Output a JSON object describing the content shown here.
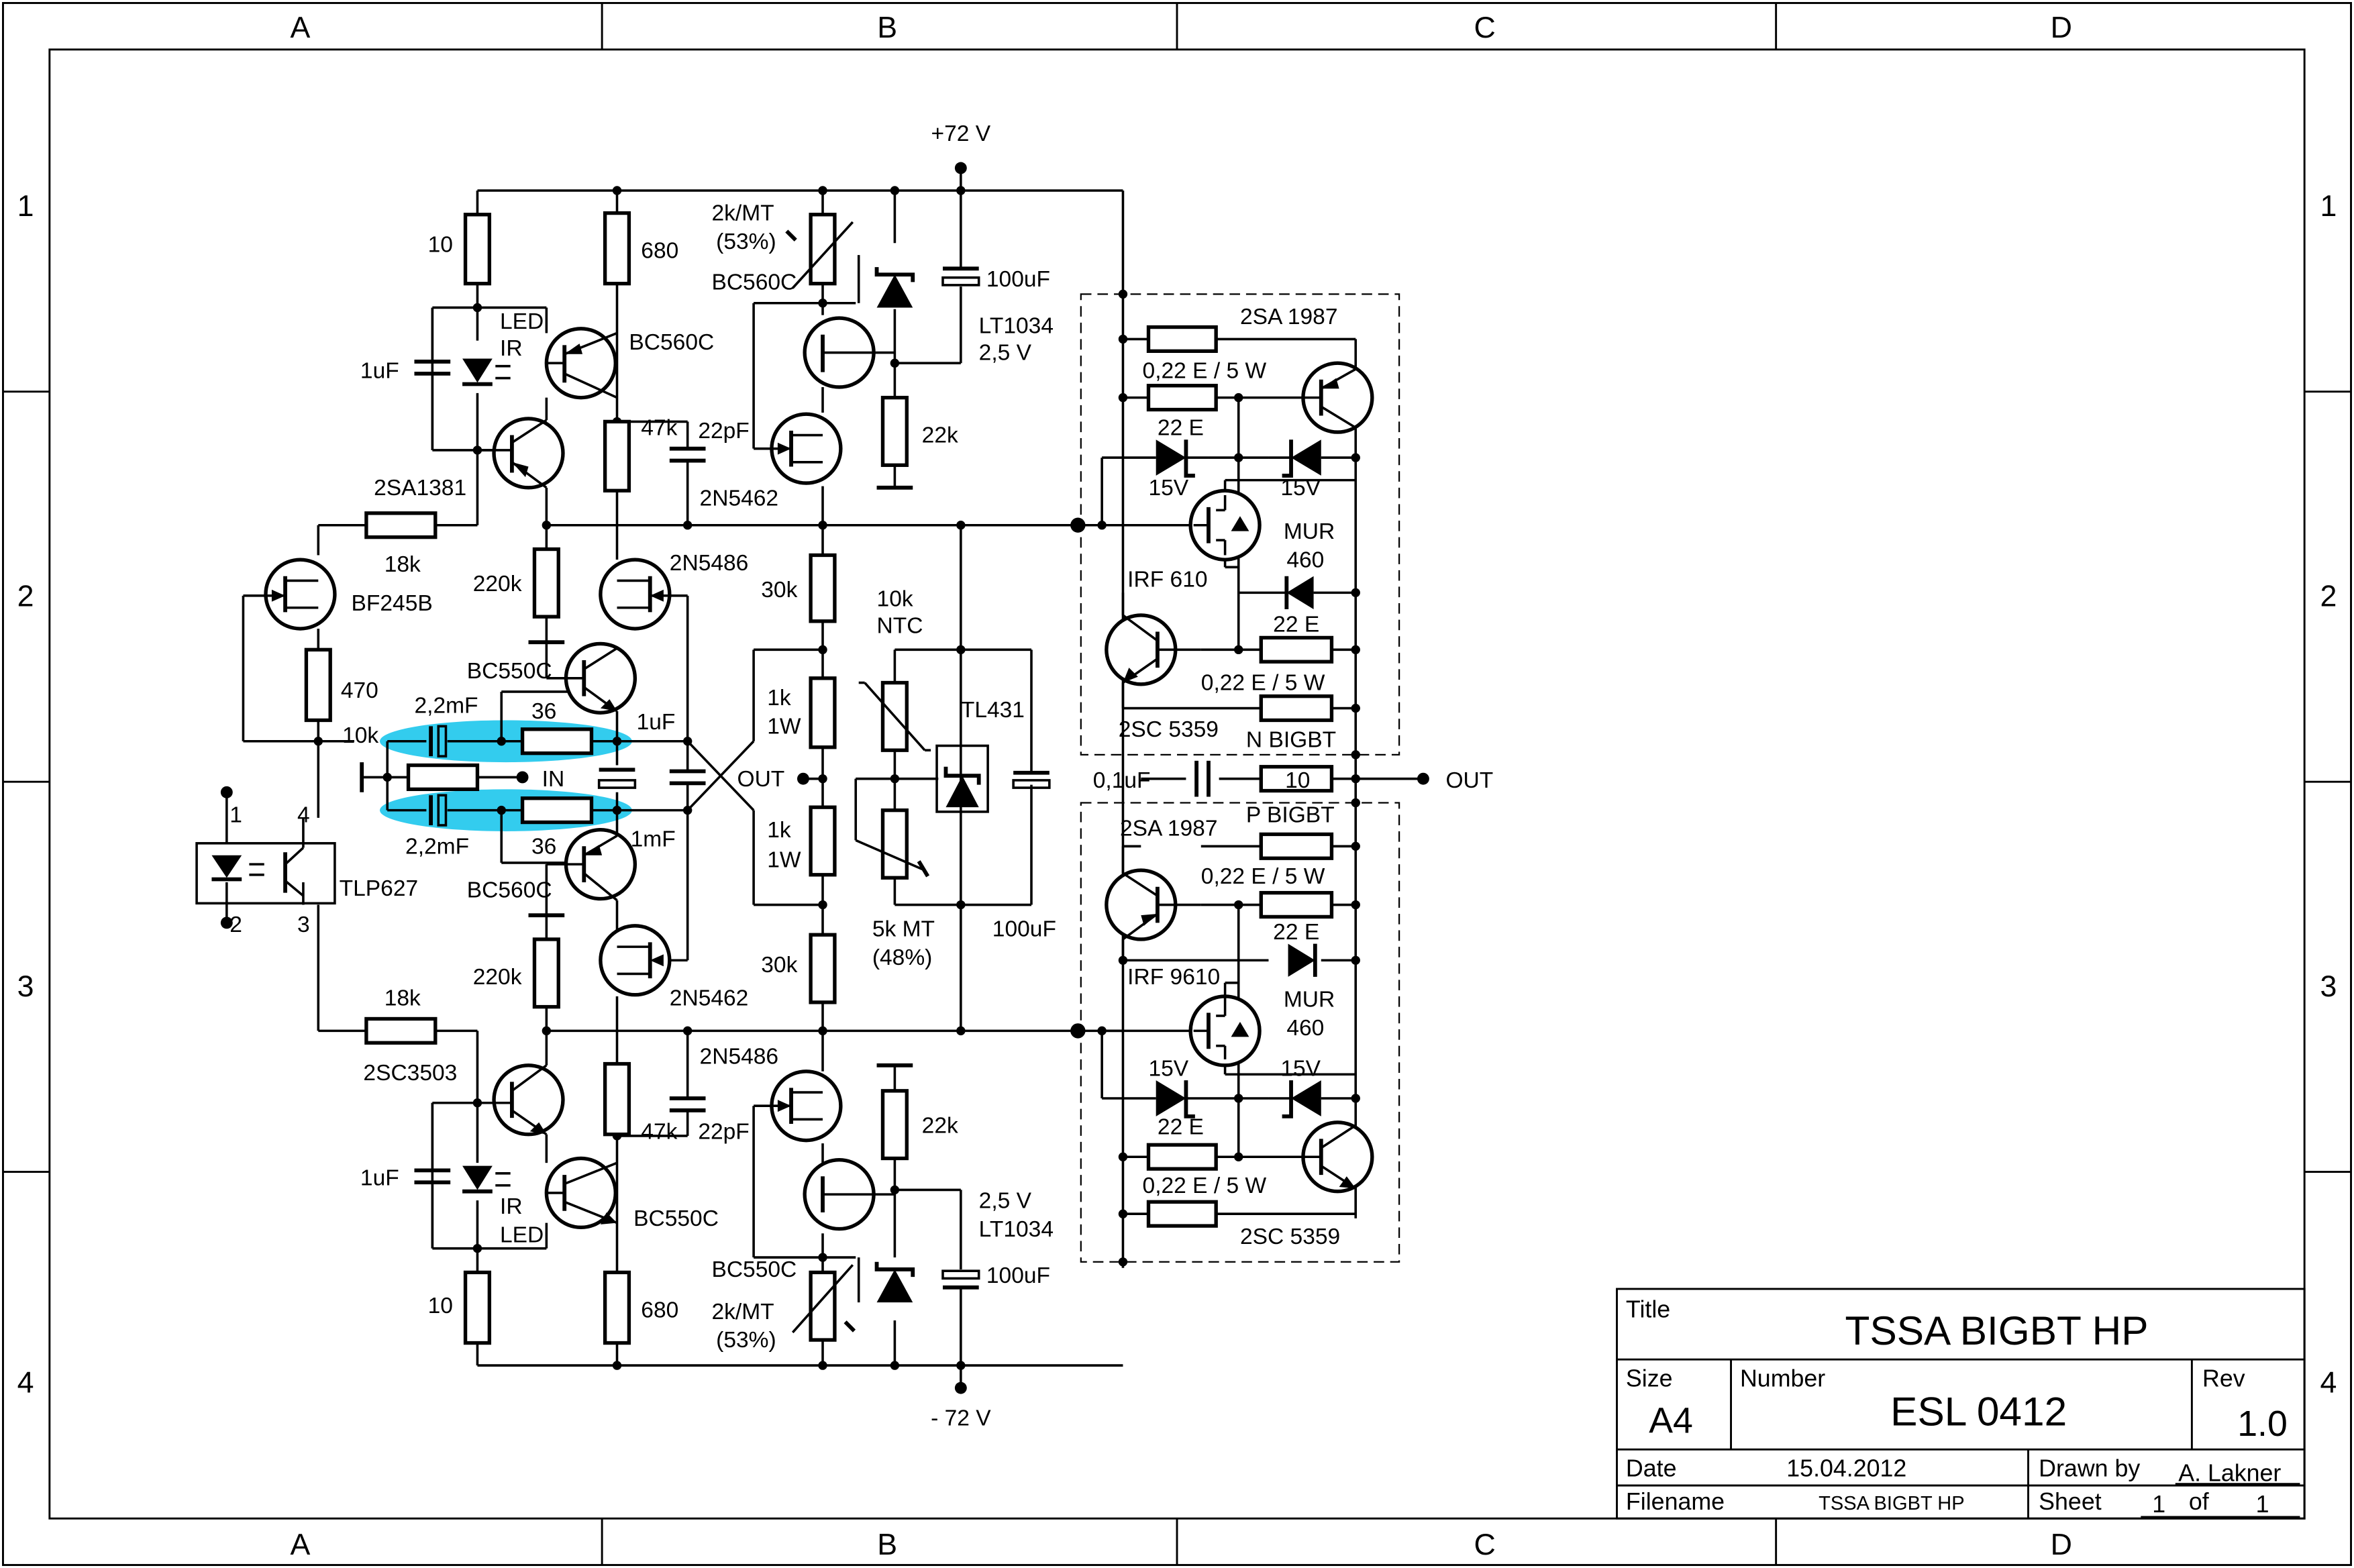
{
  "frame": {
    "columns": [
      "A",
      "B",
      "C",
      "D"
    ],
    "rows": [
      "1",
      "2",
      "3",
      "4"
    ]
  },
  "title_block": {
    "title_label": "Title",
    "title": "TSSA BIGBT HP",
    "size_label": "Size",
    "size": "A4",
    "number_label": "Number",
    "number": "ESL 0412",
    "rev_label": "Rev",
    "rev": "1.0",
    "date_label": "Date",
    "date": "15.04.2012",
    "drawn_by_label": "Drawn by",
    "drawn_by": "A. Lakner",
    "filename_label": "Filename",
    "filename": "TSSA BIGBT HP",
    "sheet_label": "Sheet",
    "sheet": "1",
    "of_label": "of",
    "sheets": "1"
  },
  "labels": {
    "supply_pos": "+72 V",
    "supply_neg": "- 72 V",
    "r10_top": "10",
    "r680_top": "680",
    "trim_top": "2k/MT",
    "trim_top_pct": "(53%)",
    "bc560c_a": "BC560C",
    "c100u_top": "100uF",
    "lt1034_top": "LT1034",
    "v25_top": "2,5 V",
    "led_ir_top_1": "LED",
    "led_ir_top_2": "IR",
    "c1u_top": "1uF",
    "bc560c_b": "BC560C",
    "r47k_top": "47k",
    "c22p_top": "22pF",
    "r22k_top": "22k",
    "jfet_top": "2N5462",
    "q2sa1381": "2SA1381",
    "r18k_top": "18k",
    "r220k_top": "220k",
    "q2n5486_top": "2N5486",
    "r30k_top": "30k",
    "ntc_1": "10k",
    "ntc_2": "NTC",
    "bf245": "BF245B",
    "r470": "470",
    "bc550c_mid": "BC550C",
    "c2_2m_top": "2,2mF",
    "r36_top": "36",
    "c1u_mid": "1uF",
    "r1k_top_1": "1k",
    "r1k_top_2": "1W",
    "tl431": "TL431",
    "r10k_in": "10k",
    "in": "IN",
    "out_mid": "OUT",
    "c2_2m_bot": "2,2mF",
    "r36_bot": "36",
    "c1m": "1mF",
    "r1k_bot_1": "1k",
    "r1k_bot_2": "1W",
    "bc560c_mid": "BC560C",
    "trim5k": "5k MT",
    "trim5k_pct": "(48%)",
    "c100u_mid": "100uF",
    "opto_1": "1",
    "opto_4": "4",
    "opto_2": "2",
    "opto_3": "3",
    "tlp627": "TLP627",
    "r220k_bot": "220k",
    "jfet_bot": "2N5462",
    "r30k_bot": "30k",
    "r18k_bot": "18k",
    "q2sc3503": "2SC3503",
    "q2n5486_bot": "2N5486",
    "r47k_bot": "47k",
    "c22p_bot": "22pF",
    "r22k_bot": "22k",
    "c1u_bot": "1uF",
    "led_ir_bot_1": "IR",
    "led_ir_bot_2": "LED",
    "bc550c_bot": "BC550C",
    "v25_bot": "2,5 V",
    "lt1034_bot": "LT1034",
    "r10_bot": "10",
    "r680_bot": "680",
    "bc550c_b": "BC550C",
    "trim_bot": "2k/MT",
    "trim_bot_pct": "(53%)",
    "c100u_bot": "100uF",
    "n_2sa1987": "2SA 1987",
    "n_r022_a": "0,22 E / 5 W",
    "n_r22e_a": "22 E",
    "n_z15_a": "15V",
    "n_z15_b": "15V",
    "n_mur": "MUR",
    "n_460": "460",
    "n_irf": "IRF 610",
    "n_r22e_b": "22 E",
    "n_r022_b": "0,22 E / 5 W",
    "n_2sc": "2SC 5359",
    "n_bigbt": "N BIGBT",
    "c01u": "0,1uF",
    "r10_out": "10",
    "out": "OUT",
    "p_bigbt": "P BIGBT",
    "p_2sa1987": "2SA 1987",
    "p_r022_a": "0,22 E / 5 W",
    "p_r22e_a": "22 E",
    "p_irf": "IRF 9610",
    "p_mur": "MUR",
    "p_460": "460",
    "p_z15_a": "15V",
    "p_z15_b": "15V",
    "p_r22e_b": "22 E",
    "p_r022_b": "0,22 E / 5 W",
    "p_2sc": "2SC 5359"
  },
  "colors": {
    "ink": "#000000",
    "highlight": "#33ccee"
  }
}
